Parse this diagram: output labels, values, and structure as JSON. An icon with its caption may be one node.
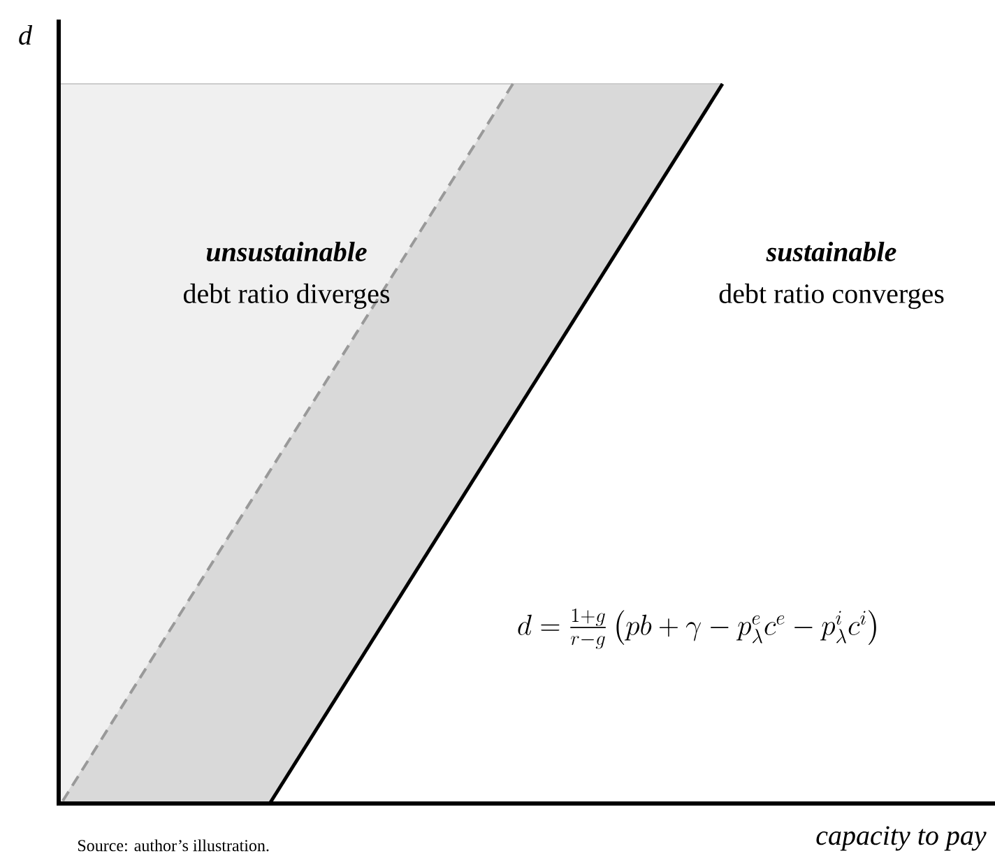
{
  "diagram": {
    "caption": "Source: author’s illustration.",
    "labels": [
      "d",
      "unsustainable",
      "debt ratio diverges",
      "sustainable",
      "debt ratio converges",
      "d=\\frac{1+g}{r-g}\\left(pb+\\gamma-p_{\\lambda}^{e}c^{e}-p_{\\lambda}^{i}c^{i}\\right)",
      "capacity to pay"
    ]
  }
}
